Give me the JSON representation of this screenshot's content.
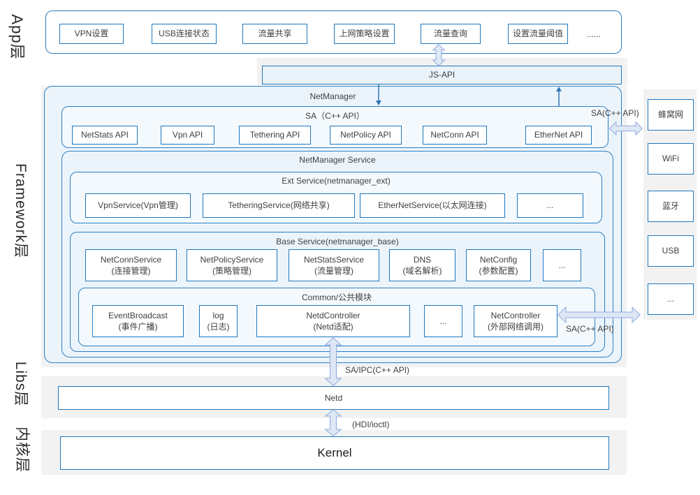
{
  "layers": {
    "app_label": "App层",
    "framework_label": "Framework层",
    "libs_label": "Libs层",
    "kernel_label": "内核层"
  },
  "app": {
    "boxes": [
      "VPN设置",
      "USB连接状态",
      "流量共享",
      "上网策略设置",
      "流量查询",
      "设置流量阈值"
    ],
    "more": "......"
  },
  "js_api": {
    "label": "JS-API"
  },
  "netmanager": {
    "label": "NetManager"
  },
  "sa": {
    "label": "SA（C++ API）",
    "boxes": [
      "NetStats API",
      "Vpn API",
      "Tethering API",
      "NetPolicy API",
      "NetConn API",
      "EtherNet API"
    ]
  },
  "sa_right_top": "SA(C++ API)",
  "netmanager_service": {
    "label": "NetManager Service"
  },
  "ext_service": {
    "label": "Ext Service(netmanager_ext)",
    "boxes": [
      "VpnService(Vpn管理)",
      "TetheringService(网络共享)",
      "EtherNetService(以太网连接)",
      "..."
    ]
  },
  "base_service": {
    "label": "Base Service(netmanager_base)",
    "boxes": [
      {
        "title": "NetConnService",
        "sub": "(连接管理)"
      },
      {
        "title": "NetPolicyService",
        "sub": "(策略管理)"
      },
      {
        "title": "NetStatsService",
        "sub": "(流量管理)"
      },
      {
        "title": "DNS",
        "sub": "(域名解析)"
      },
      {
        "title": "NetConfig",
        "sub": "(参数配置)"
      },
      {
        "title": "...",
        "sub": ""
      }
    ]
  },
  "common": {
    "label": "Common/公共模块",
    "boxes": [
      {
        "title": "EventBroadcast",
        "sub": "(事件广播)"
      },
      {
        "title": "log",
        "sub": "(日志)"
      },
      {
        "title": "NetdController",
        "sub": "(Netd适配)"
      },
      {
        "title": "...",
        "sub": ""
      },
      {
        "title": "NetController",
        "sub": "(外部网络调用)"
      }
    ]
  },
  "sa_right_bottom": "SA(C++ API)",
  "sa_ipc_label": "SA/IPC(C++ API)",
  "netd": {
    "label": "Netd"
  },
  "hdi_label": "(HDI/ioctl)",
  "kernel": {
    "label": "Kernel"
  },
  "transports": [
    "蜂窝网",
    "WiFi",
    "蓝牙",
    "USB",
    "..."
  ],
  "colors": {
    "border_blue": "#1f78be",
    "container_fill": "#ecf4fb",
    "band_gray": "#f2f2f2",
    "arrow_fill": "#dee7f5",
    "arrow_stroke": "#8faadc",
    "thin_arrow": "#2e75b6"
  }
}
